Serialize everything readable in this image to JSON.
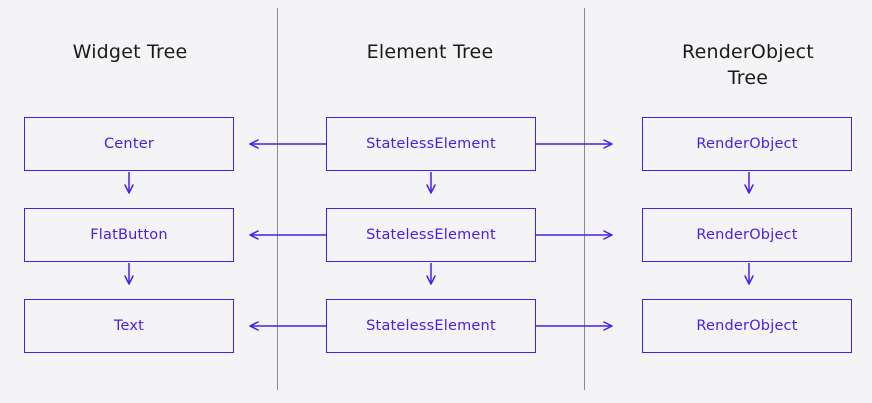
{
  "colors": {
    "accent": "#4a1de8",
    "background": "#f4f4f6",
    "title_text": "#1a1a1a",
    "divider": "#8a8a92"
  },
  "columns": [
    {
      "title": "Widget Tree",
      "nodes": [
        "Center",
        "FlatButton",
        "Text"
      ]
    },
    {
      "title": "Element Tree",
      "nodes": [
        "StatelessElement",
        "StatelessElement",
        "StatelessElement"
      ]
    },
    {
      "title": "RenderObject\nTree",
      "nodes": [
        "RenderObject",
        "RenderObject",
        "RenderObject"
      ]
    }
  ]
}
